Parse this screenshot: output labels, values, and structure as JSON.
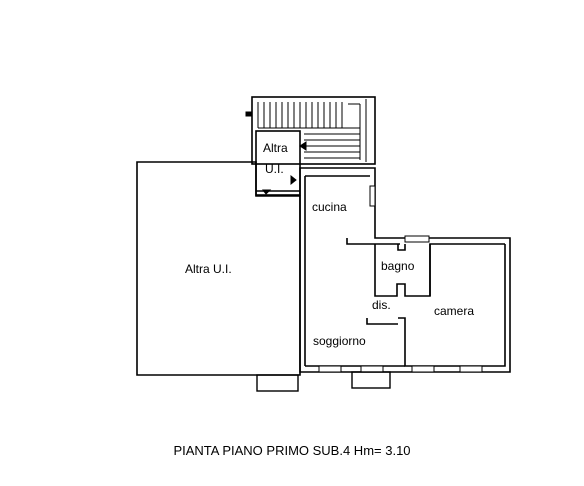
{
  "rooms": {
    "altra_ui_small_line1": "Altra",
    "altra_ui_small_line2": "U.I.",
    "cucina": "cucina",
    "altra_ui_large": "Altra U.I.",
    "bagno": "bagno",
    "dis": "dis.",
    "camera": "camera",
    "soggiorno": "soggiorno"
  },
  "caption": "PIANTA PIANO PRIMO SUB.4  Hm= 3.10"
}
